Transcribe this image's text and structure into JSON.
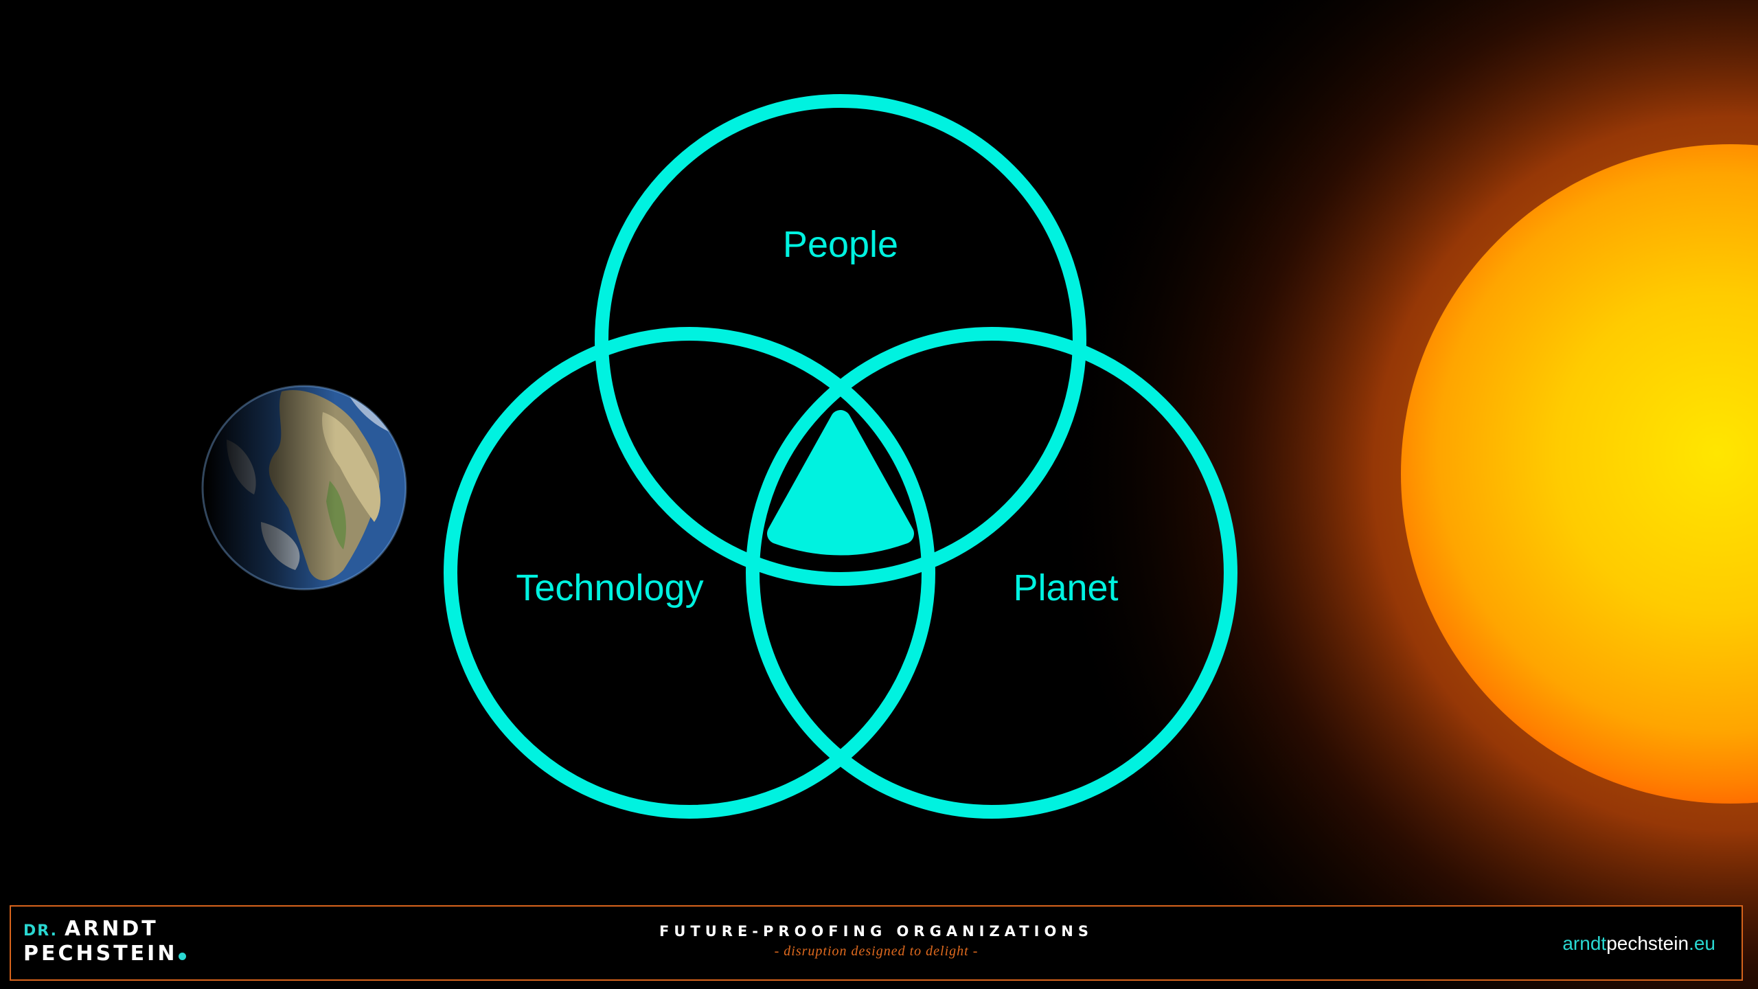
{
  "diagram": {
    "labels": {
      "top": "People",
      "left": "Technology",
      "right": "Planet"
    },
    "accent_color": "#00F2E0"
  },
  "footer": {
    "brand_prefix": "DR.",
    "brand_name_first": "ARNDT",
    "brand_name_last": "PECHSTEIN",
    "tagline": "FUTURE-PROOFING ORGANIZATIONS",
    "subtagline": "- disruption designed to delight -",
    "website_prefix": "arndt",
    "website_main": "pechstein",
    "website_suffix": ".eu",
    "border_color": "#D8641C",
    "teal_color": "#2AD8D2"
  }
}
